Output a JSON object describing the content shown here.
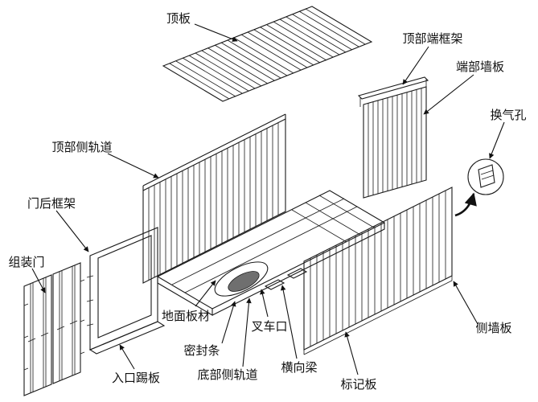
{
  "diagram": {
    "background": "#ffffff",
    "line_color": "#1a1a1a",
    "labels": [
      {
        "id": "roof-panel",
        "text": "顶板"
      },
      {
        "id": "top-end-frame",
        "text": "顶部端框架"
      },
      {
        "id": "end-wall-panel",
        "text": "端部墙板"
      },
      {
        "id": "vent-hole",
        "text": "换气孔"
      },
      {
        "id": "top-side-rail",
        "text": "顶部侧轨道"
      },
      {
        "id": "door-rear-frame",
        "text": "门后框架"
      },
      {
        "id": "assembled-door",
        "text": "组装门"
      },
      {
        "id": "floor-panel",
        "text": "地面板材"
      },
      {
        "id": "forklift-pocket",
        "text": "叉车口"
      },
      {
        "id": "seal-strip",
        "text": "密封条"
      },
      {
        "id": "bottom-side-rail",
        "text": "底部侧轨道"
      },
      {
        "id": "cross-beam",
        "text": "横向梁"
      },
      {
        "id": "entrance-kick-plate",
        "text": "入口踢板"
      },
      {
        "id": "marking-plate",
        "text": "标记板"
      },
      {
        "id": "side-wall-panel",
        "text": "侧墙板"
      }
    ]
  }
}
